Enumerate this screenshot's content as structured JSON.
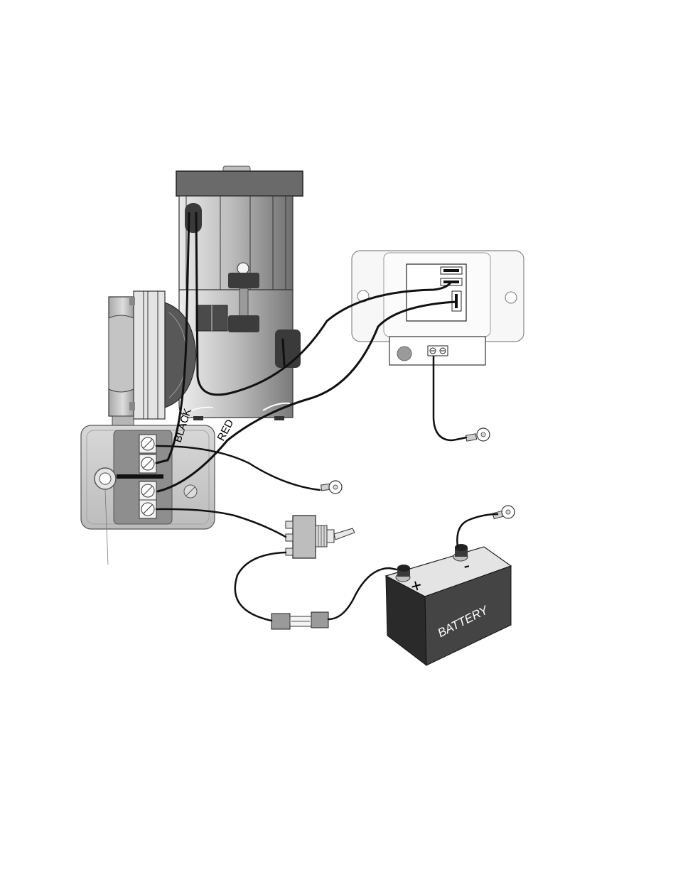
{
  "diagram": {
    "wire_labels": {
      "black": "BLACK",
      "red": "RED"
    },
    "battery": {
      "label": "BATTERY",
      "positive_sign": "+",
      "negative_sign": "-"
    }
  },
  "colors": {
    "wire": "#111111",
    "battery_body": "#3a3a3a",
    "housing": "#c8c8c8",
    "panel": "#f2f2f2"
  }
}
